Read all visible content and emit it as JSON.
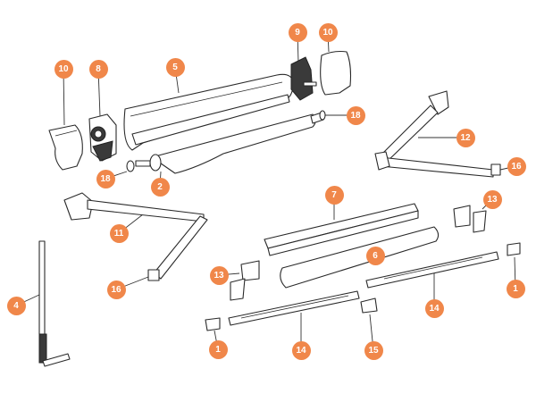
{
  "diagram": {
    "accent_color": "#f0874a",
    "callouts": [
      {
        "label": "10",
        "part": "end-cap-left"
      },
      {
        "label": "8",
        "part": "gear-housing"
      },
      {
        "label": "5",
        "part": "cassette-housing"
      },
      {
        "label": "9",
        "part": "end-plate-right"
      },
      {
        "label": "10",
        "part": "end-cap-right"
      },
      {
        "label": "18",
        "part": "washer-right"
      },
      {
        "label": "12",
        "part": "arm-right"
      },
      {
        "label": "16",
        "part": "arm-end-right"
      },
      {
        "label": "18",
        "part": "washer-left"
      },
      {
        "label": "2",
        "part": "roller-fabric"
      },
      {
        "label": "13",
        "part": "bracket-right"
      },
      {
        "label": "7",
        "part": "front-bar"
      },
      {
        "label": "11",
        "part": "arm-left"
      },
      {
        "label": "6",
        "part": "valance-cover"
      },
      {
        "label": "13",
        "part": "bracket-left"
      },
      {
        "label": "16",
        "part": "arm-end-left"
      },
      {
        "label": "1",
        "part": "mount-clip-right"
      },
      {
        "label": "4",
        "part": "crank-handle"
      },
      {
        "label": "14",
        "part": "rail-right"
      },
      {
        "label": "1",
        "part": "mount-clip-left"
      },
      {
        "label": "14",
        "part": "rail-left"
      },
      {
        "label": "15",
        "part": "rail-connector"
      }
    ]
  }
}
